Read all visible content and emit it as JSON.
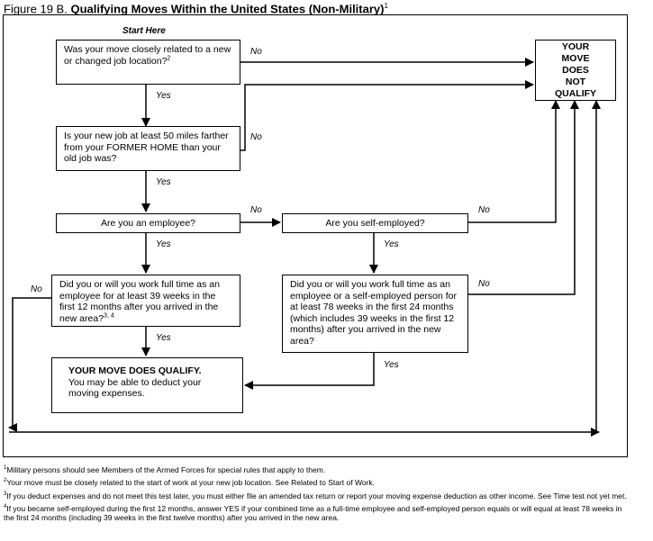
{
  "figure": {
    "label": "Figure 19 B.",
    "title": "Qualifying Moves Within the United States (Non-Military)",
    "title_ref": "1"
  },
  "start_label": "Start Here",
  "boxes": {
    "q1": "Was your move closely related to a new or changed job location?",
    "q1_ref": "2",
    "q2": "Is your new job at least 50 miles farther from your FORMER HOME than your old job was?",
    "q3": "Are you an employee?",
    "q4": "Are you self-employed?",
    "q5": "Did you or will you work full time as an employee for at least 39 weeks in the first 12 months after you arrived in the new area?",
    "q5_ref": "3, 4",
    "q6": "Did you or will you work full time as an employee or a self-employed person for at least 78 weeks in the first 24 months (which includes 39 weeks in the first 12 months) after you arrived in the new area?",
    "qualify_title": "YOUR MOVE DOES QUALIFY.",
    "qualify_text": "You may be able to deduct your moving expenses.",
    "not_qualify": "YOUR MOVE DOES NOT QUALIFY"
  },
  "labels": {
    "yes": "Yes",
    "no": "No"
  },
  "footnotes": [
    {
      "num": "1",
      "text": "Military persons should see Members of the Armed Forces for special rules that apply to them."
    },
    {
      "num": "2",
      "text": "Your move must be closely related to the start of work at your new job location. See Related to Start of Work."
    },
    {
      "num": "3",
      "text": "If you deduct expenses and do not meet this test later, you must either file an amended tax return or report your moving expense deduction as other income. See Time test not yet met."
    },
    {
      "num": "4",
      "text": "If you became self-employed during the first 12 months, answer YES if your combined time as a full-time employee and self-employed person equals or will equal at least 78 weeks in the first 24 months (including 39 weeks in the first twelve months) after you arrived in the new area."
    }
  ]
}
